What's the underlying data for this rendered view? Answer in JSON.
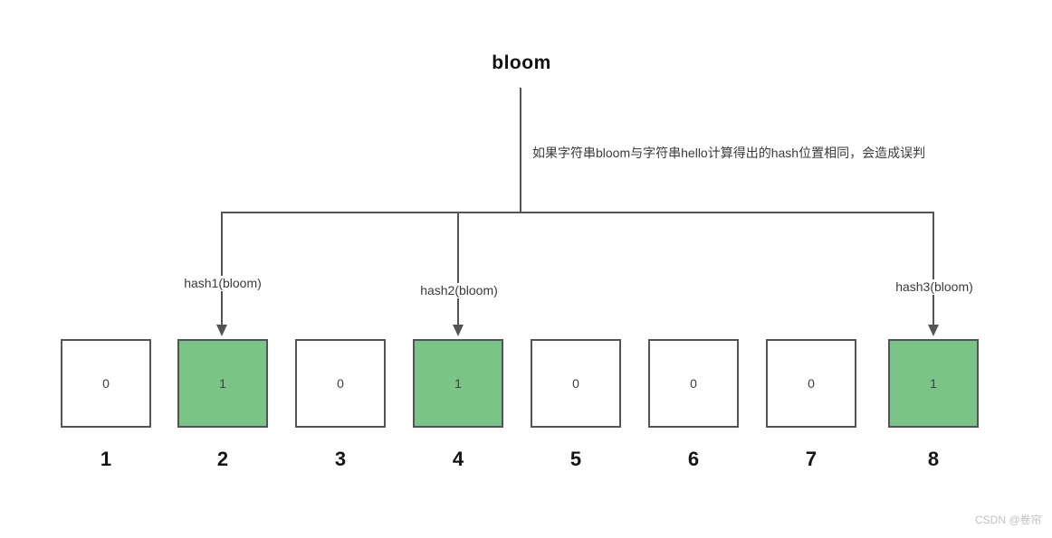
{
  "title": "bloom",
  "annotation": "如果字符串bloom与字符串hello计算得出的hash位置相同，会造成误判",
  "branches": [
    {
      "label": "hash1(bloom)",
      "points_to_cell": "2"
    },
    {
      "label": "hash2(bloom)",
      "points_to_cell": "4"
    },
    {
      "label": "hash3(bloom)",
      "points_to_cell": "8"
    }
  ],
  "cells": [
    {
      "index": "1",
      "value": "0"
    },
    {
      "index": "2",
      "value": "1"
    },
    {
      "index": "3",
      "value": "0"
    },
    {
      "index": "4",
      "value": "1"
    },
    {
      "index": "5",
      "value": "0"
    },
    {
      "index": "6",
      "value": "0"
    },
    {
      "index": "7",
      "value": "0"
    },
    {
      "index": "8",
      "value": "1"
    }
  ],
  "colors": {
    "cell_on": "#7ac487",
    "line": "#545454"
  },
  "watermark": "CSDN @卷帘"
}
